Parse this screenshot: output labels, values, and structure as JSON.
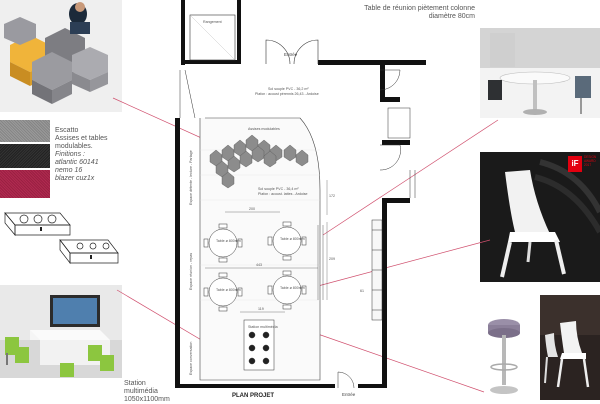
{
  "captions": {
    "top_right": "Table de réunion piètement colonne diamètre 80cm",
    "escatto_lines": [
      "Escatto",
      "Assises et tables",
      "modulables.",
      "Finitions :",
      "atlantic 60141",
      "nemo 16",
      "blazer cuz1x"
    ],
    "station_lines": [
      "Station",
      "multimédia",
      "1050x1100mm"
    ]
  },
  "award": {
    "brand": "iF",
    "lines": [
      "DESIGN",
      "AWARD",
      "2017"
    ],
    "color": "#e3000f"
  },
  "plan": {
    "title": "PLAN PROJET",
    "entries": [
      "Entrée",
      "Entrée"
    ],
    "rangement": "Rangement",
    "zone_labels": [
      "Espace détente - lecture - Partage",
      "Espace réunion - repas",
      "Espace conversation"
    ],
    "surface_notes": [
      "Sol souple PVC - 36,2 m²",
      "Plafon : acoust pérennis 26,43 - Ardoise",
      "Sol souple PVC - 36,4 m²",
      "Plafon : acoust. lattes - Ardoise"
    ],
    "station_label": "Station multimédia",
    "tables": [
      "Table ø 800mm",
      "Table ø 800mm",
      "Table ø 800mm",
      "Table ø 800mm"
    ],
    "dims": [
      "200",
      "443",
      "172",
      "209",
      "119",
      "61"
    ],
    "furniture_note": "Assises modulables"
  },
  "colors": {
    "annotation_line": "#d0506e",
    "wall": "#111111",
    "hex_grey": "#8c8c8c"
  },
  "swatches": [
    {
      "name": "atlantic 60141",
      "color": "#8e8e8e"
    },
    {
      "name": "nemo 16",
      "color": "#2a2a2a"
    },
    {
      "name": "blazer cuz1x",
      "color": "#a52448"
    }
  ]
}
